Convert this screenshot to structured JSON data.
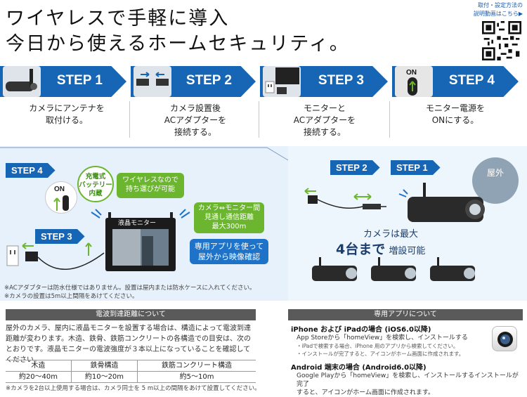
{
  "header": {
    "line1": "ワイヤレスで手軽に導入",
    "line2": "今日から使えるホームセキュリティ。",
    "qr_label_line1": "取付・設定方法の",
    "qr_label_line2": "説明動画はこちら▶"
  },
  "steps": [
    {
      "label": "STEP 1",
      "desc_lines": [
        "カメラにアンテナを",
        "取付ける。"
      ]
    },
    {
      "label": "STEP 2",
      "desc_lines": [
        "カメラ設置後",
        "ACアダプターを",
        "接続する。"
      ]
    },
    {
      "label": "STEP 3",
      "desc_lines": [
        "モニターと",
        "ACアダプターを",
        "接続する。"
      ]
    },
    {
      "label": "STEP 4",
      "desc_lines": [
        "モニター電源を",
        "ONにする。"
      ]
    }
  ],
  "diagram_left": {
    "step4_tag": "STEP 4",
    "step3_tag": "STEP 3",
    "on_label": "ON",
    "battery_line1": "充電式",
    "battery_line2": "バッテリー",
    "battery_line3": "内蔵",
    "wireless_line1": "ワイヤレスなので",
    "wireless_line2": "持ち運びが可能",
    "monitor_label": "液晶モニター",
    "range_line1": "カメラ⇔モニター間",
    "range_line2": "見通し通信距離",
    "range_line3": "最大300m",
    "app_line1": "専用アプリを使って",
    "app_line2": "屋外から映像確認",
    "note1": "※ACアダプターは防水仕様ではありません。設置は屋内または防水ケースに入れてください。",
    "note2": "※カメラの設置は5m以上間隔をあけてください。"
  },
  "diagram_right": {
    "step2_tag": "STEP 2",
    "step1_tag": "STEP 1",
    "outdoor_label": "屋外",
    "camera_max_line1": "カメラは最大",
    "camera_max_big": "4台まで",
    "camera_max_suffix": "増設可能"
  },
  "range_section": {
    "title": "電波到達距離について",
    "body": "屋外のカメラ、屋内に液晶モニターを設置する場合は、構造によって電波到達距離が変わります。木造、鉄骨、鉄筋コンクリートの各構造での目安は、次のとおりです。液晶モニターの電波強度が３本以上になっていることを確認してください。",
    "columns": [
      "木造",
      "鉄骨構造",
      "鉄筋コンクリート構造"
    ],
    "values": [
      "約20〜40m",
      "約10〜20m",
      "約5〜10m"
    ],
    "footnote": "※カメラを2台以上使用する場合は、カメラ同士を 5 m以上の間隔をあけて設置してください。"
  },
  "app_section": {
    "title": "専用アプリについて",
    "ios_heading": "iPhone および iPadの場合 (iOS6.0以降)",
    "ios_line1": "App Storeから「homeView」を検索し、インストールする",
    "ios_note1": "・iPadで検索する場合、iPhone 用のアプリから検索してください。",
    "ios_note2": "・インストールが完了すると、アイコンがホーム画面に作成されます。",
    "android_heading": "Android 端末の場合 (Android6.0以降)",
    "android_line1": "Google Playから「homeView」を検索し、インストールするインストールが完了",
    "android_line2": "すると、アイコンがホーム画面に作成されます。"
  },
  "colors": {
    "accent_blue": "#1766b5",
    "green": "#6bb52f",
    "gray_header": "#5a5a5a"
  }
}
